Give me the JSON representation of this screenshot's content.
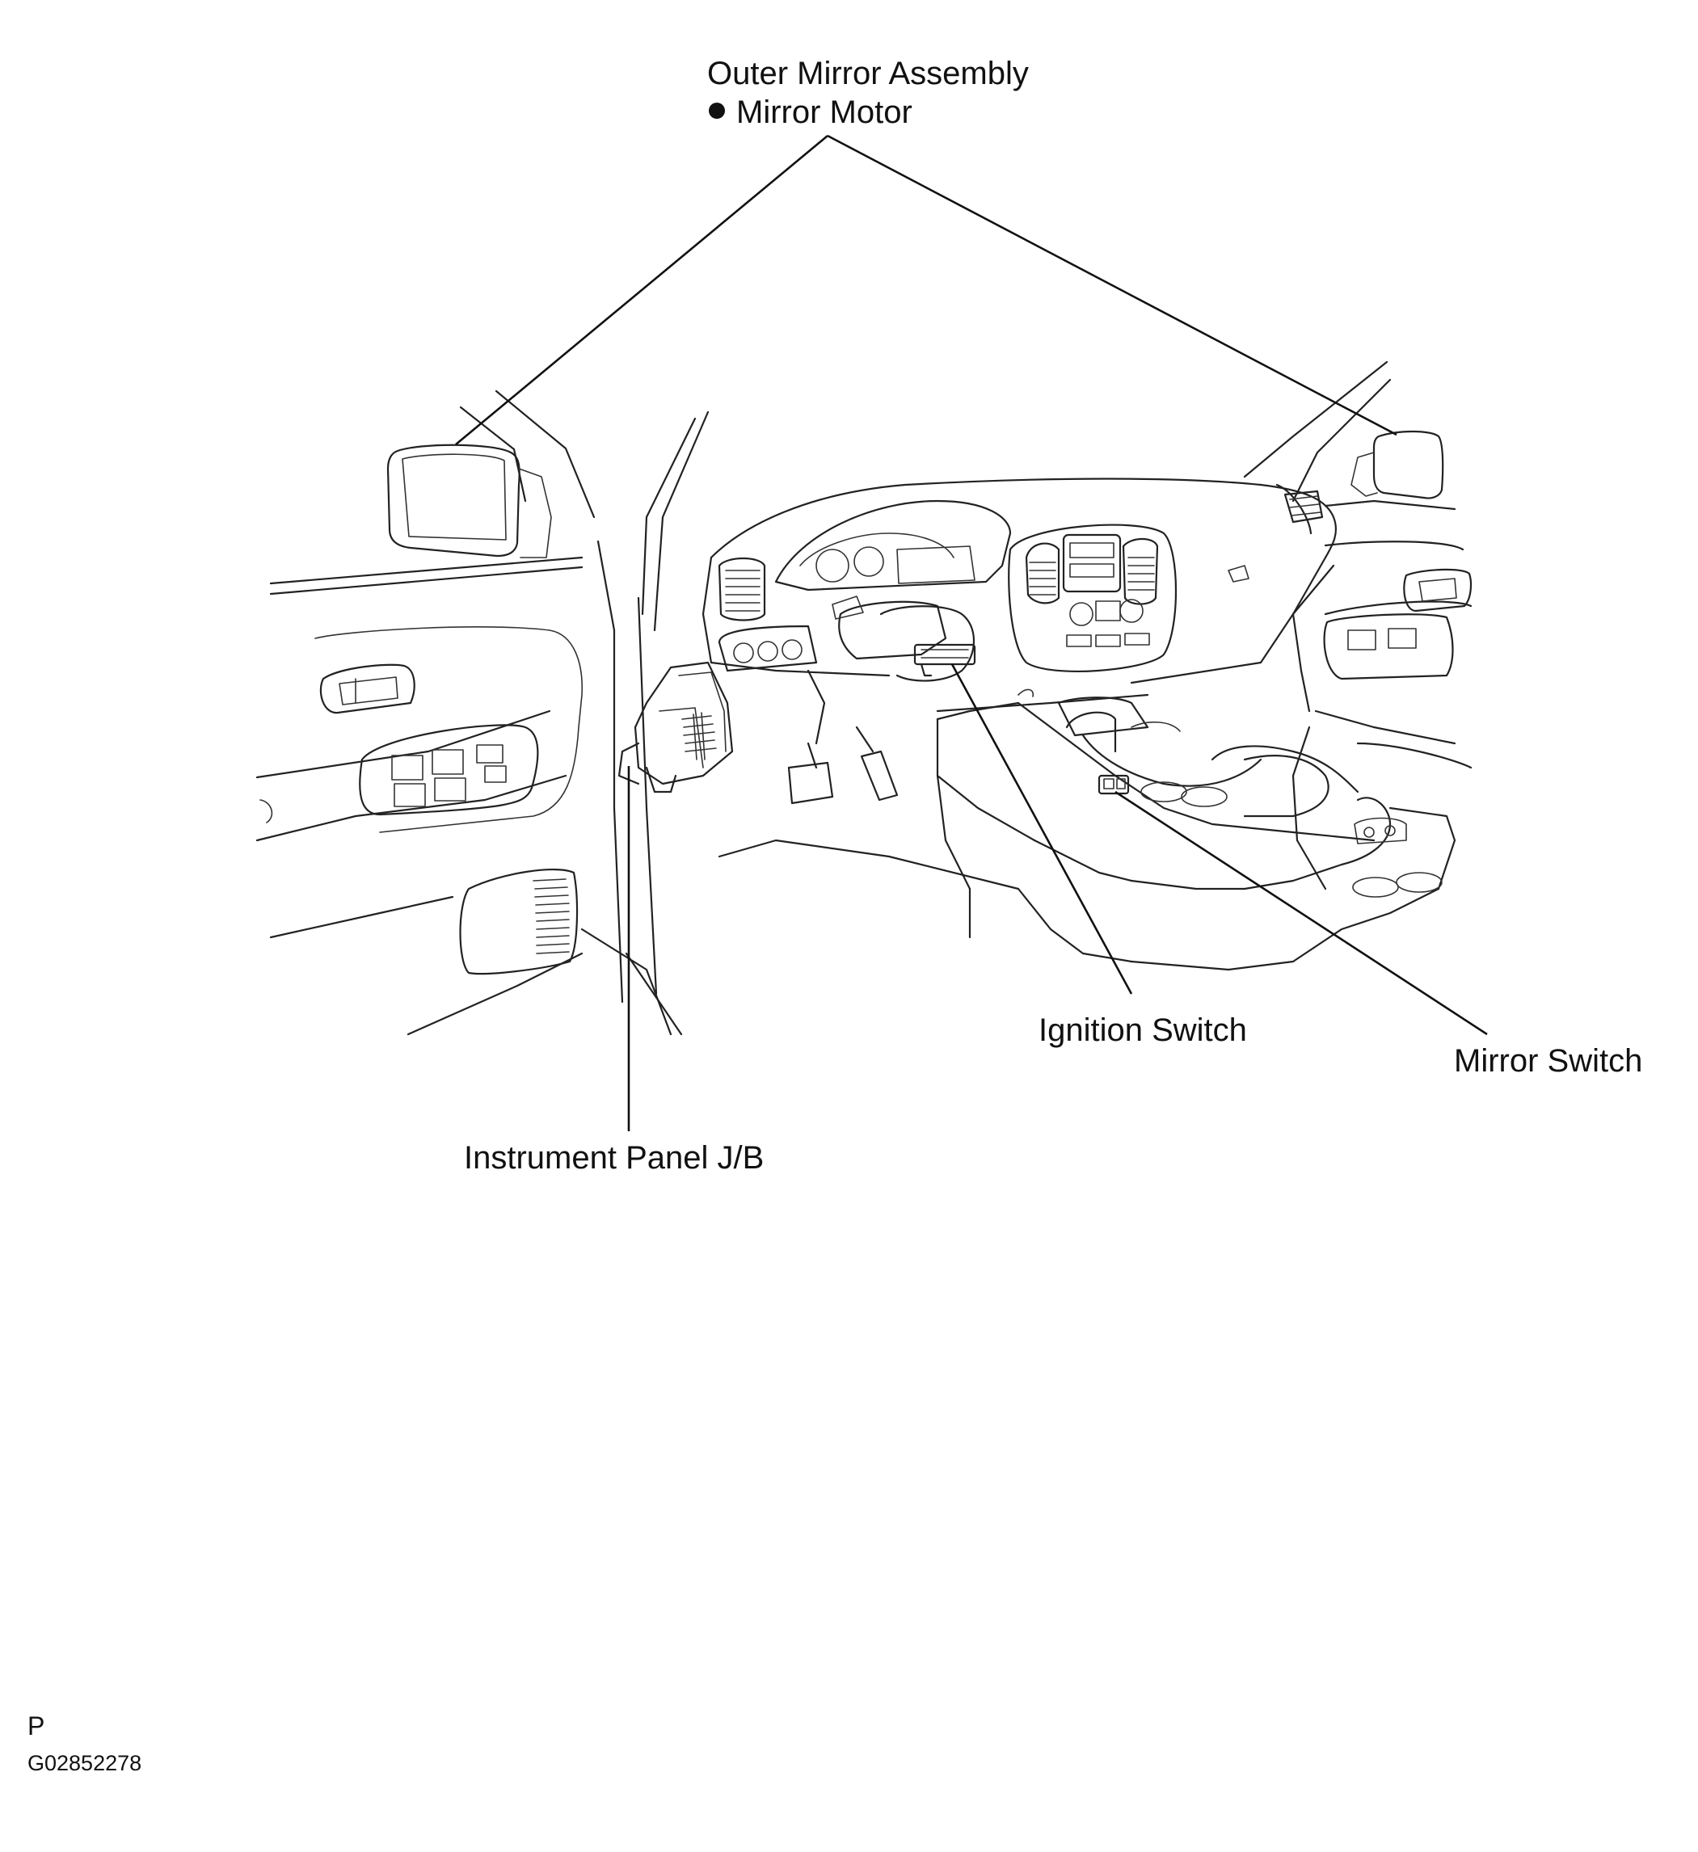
{
  "labels": {
    "outer_mirror_assembly": "Outer Mirror Assembly",
    "mirror_motor": "Mirror Motor",
    "ignition_switch": "Ignition Switch",
    "mirror_switch": "Mirror Switch",
    "instrument_panel_jb": "Instrument Panel J/B"
  },
  "footer": {
    "code_letter": "P",
    "figure_id": "G02852278"
  }
}
